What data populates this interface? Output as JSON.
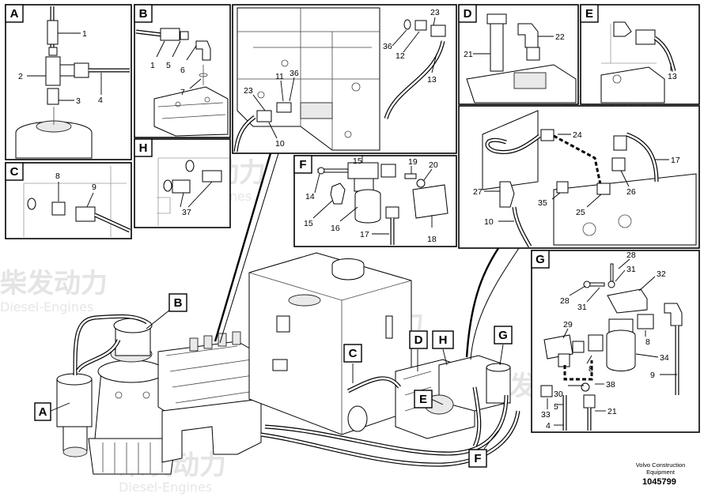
{
  "panels": [
    {
      "id": "A",
      "label": "A"
    },
    {
      "id": "B",
      "label": "B"
    },
    {
      "id": "C",
      "label": "C"
    },
    {
      "id": "D",
      "label": "D"
    },
    {
      "id": "E",
      "label": "E"
    },
    {
      "id": "F",
      "label": "F"
    },
    {
      "id": "G",
      "label": "G"
    },
    {
      "id": "H",
      "label": "H"
    }
  ],
  "main_callouts": [
    "A",
    "B",
    "C",
    "D",
    "H",
    "E",
    "G",
    "F"
  ],
  "part_numbers": {
    "A": [
      "1",
      "2",
      "3",
      "4"
    ],
    "B": [
      "1",
      "5",
      "6",
      "7"
    ],
    "C": [
      "8",
      "9"
    ],
    "H": [
      "37"
    ],
    "center": [
      "23",
      "36",
      "12",
      "13",
      "23",
      "11",
      "36",
      "10"
    ],
    "D": [
      "21",
      "22"
    ],
    "E": [
      "13"
    ],
    "F": [
      "15",
      "19",
      "20",
      "14",
      "15",
      "16",
      "17",
      "18"
    ],
    "right": [
      "24",
      "17",
      "27",
      "35",
      "26",
      "25",
      "10"
    ],
    "G": [
      "28",
      "31",
      "32",
      "28",
      "31",
      "29",
      "8",
      "34",
      "8",
      "9",
      "30",
      "38",
      "5",
      "33",
      "21",
      "4"
    ]
  },
  "footer": {
    "brand_line1": "Volvo Construction",
    "brand_line2": "Equipment",
    "drawing_number": "1045799"
  },
  "watermark": {
    "cn": "柴发动力",
    "en": "Diesel-Engines"
  }
}
